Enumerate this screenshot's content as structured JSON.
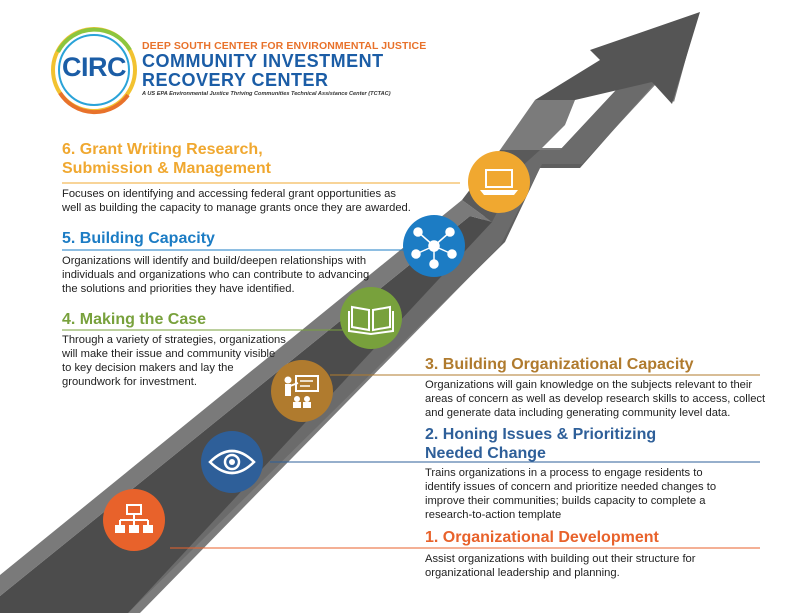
{
  "logo": {
    "circ": "CIRC",
    "org": "DEEP SOUTH CENTER FOR ENVIRONMENTAL JUSTICE",
    "name_line1": "COMMUNITY INVESTMENT",
    "name_line2": "RECOVERY CENTER",
    "tagline": "A US EPA Environmental Justice Thriving Communities Technical Assistance Center (TCTAC)"
  },
  "colors": {
    "step1": "#e8622b",
    "step2": "#2e5f99",
    "step3": "#b07b2e",
    "step4": "#78a13c",
    "step5": "#1c7cc4",
    "step6": "#f0a830",
    "road": "#6d6d6d"
  },
  "steps": [
    {
      "title": "1. Organizational Development",
      "text": [
        "Assist organizations with building out their structure for",
        "organizational leadership and planning."
      ],
      "icon": "org-chart-icon"
    },
    {
      "title_lines": [
        "2. Honing Issues & Prioritizing",
        "Needed Change"
      ],
      "text": [
        "Trains organizations in a process to engage residents to",
        "identify issues of concern and  prioritize needed changes to",
        "improve their communities; builds capacity to complete a",
        "research-to-action template"
      ],
      "icon": "eye-icon"
    },
    {
      "title": "3. Building Organizational Capacity",
      "text": [
        "Organizations will gain knowledge on the subjects relevant to their",
        "areas of concern as well as develop research skills to access, collect",
        "and generate data including generating community level data."
      ],
      "icon": "presentation-icon"
    },
    {
      "title": "4. Making the Case",
      "text": [
        "Through a variety of strategies, organizations",
        "will make their issue and community visible",
        "to key decision makers and lay the",
        "groundwork for investment."
      ],
      "icon": "open-book-icon"
    },
    {
      "title": "5. Building Capacity",
      "text": [
        "Organizations will identify and build/deepen relationships with",
        "individuals and organizations who can contribute to advancing",
        "the solutions and priorities they have identified."
      ],
      "icon": "network-icon"
    },
    {
      "title_lines": [
        "6. Grant Writing Research,",
        "Submission & Management"
      ],
      "text": [
        "Focuses on identifying and accessing federal grant opportunities as",
        "well as building the capacity to manage grants once they are awarded."
      ],
      "icon": "laptop-icon"
    }
  ]
}
